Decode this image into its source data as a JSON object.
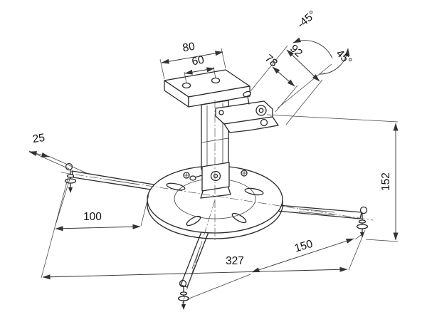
{
  "drawing": {
    "background": "#ffffff",
    "line_color": "#2a2a2a",
    "dimension_color": "#333333"
  },
  "labels": {
    "dim_80": "80",
    "dim_60": "60",
    "dim_92": "92",
    "dim_78": "78",
    "angle_minus45": "-45°",
    "angle_45": "45°",
    "dim_25": "25",
    "dim_152": "152",
    "dim_100": "100",
    "dim_150": "150",
    "dim_327": "327"
  }
}
